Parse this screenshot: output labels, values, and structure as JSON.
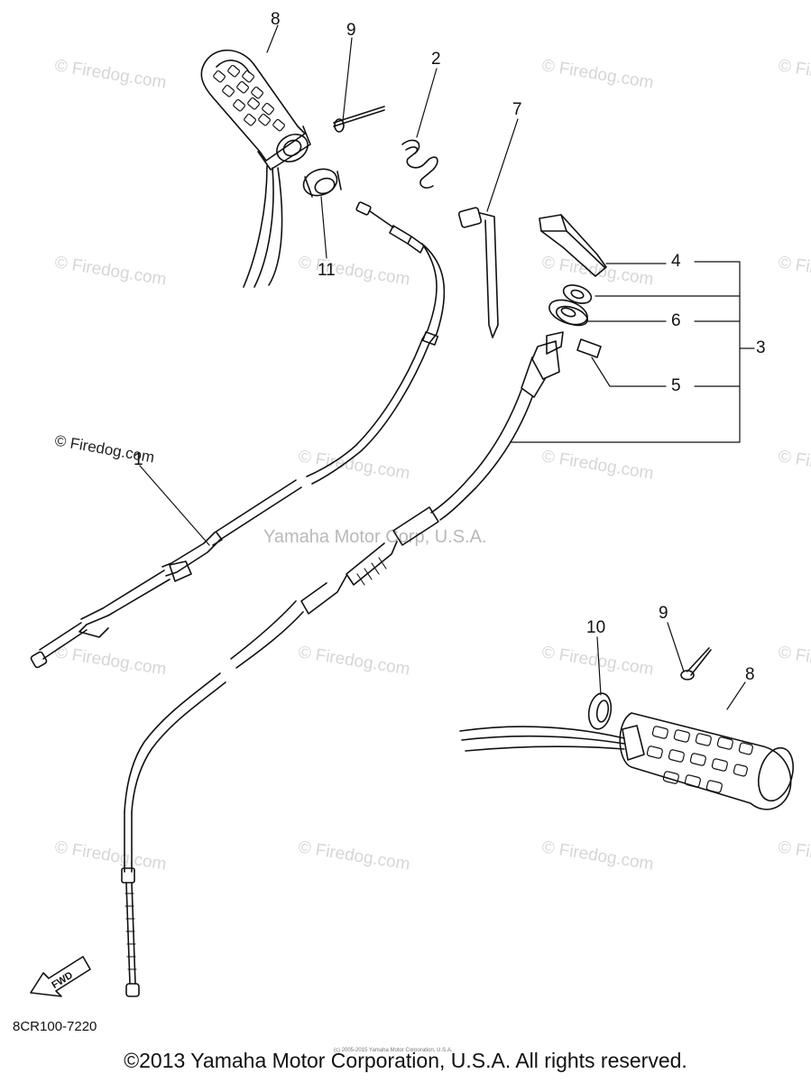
{
  "diagram": {
    "callouts": {
      "c1": "1",
      "c2": "2",
      "c3": "3",
      "c4": "4",
      "c5": "5",
      "c6": "6",
      "c7": "7",
      "c8a": "8",
      "c8b": "8",
      "c9a": "9",
      "c9b": "9",
      "c10": "10",
      "c11": "11"
    },
    "watermark_text": "© Firedog.com",
    "center_watermark": "Yamaha Motor Corp, U.S.A.",
    "fd_label": "© Firedog.com",
    "fwd_label": "FWD",
    "part_code": "8CR100-7220",
    "fineprint": "(c) 2005-2015 Yamaha Motor Corporation, U.S.A.",
    "copyright": "©2013 Yamaha Motor Corporation, U.S.A. All rights reserved."
  }
}
